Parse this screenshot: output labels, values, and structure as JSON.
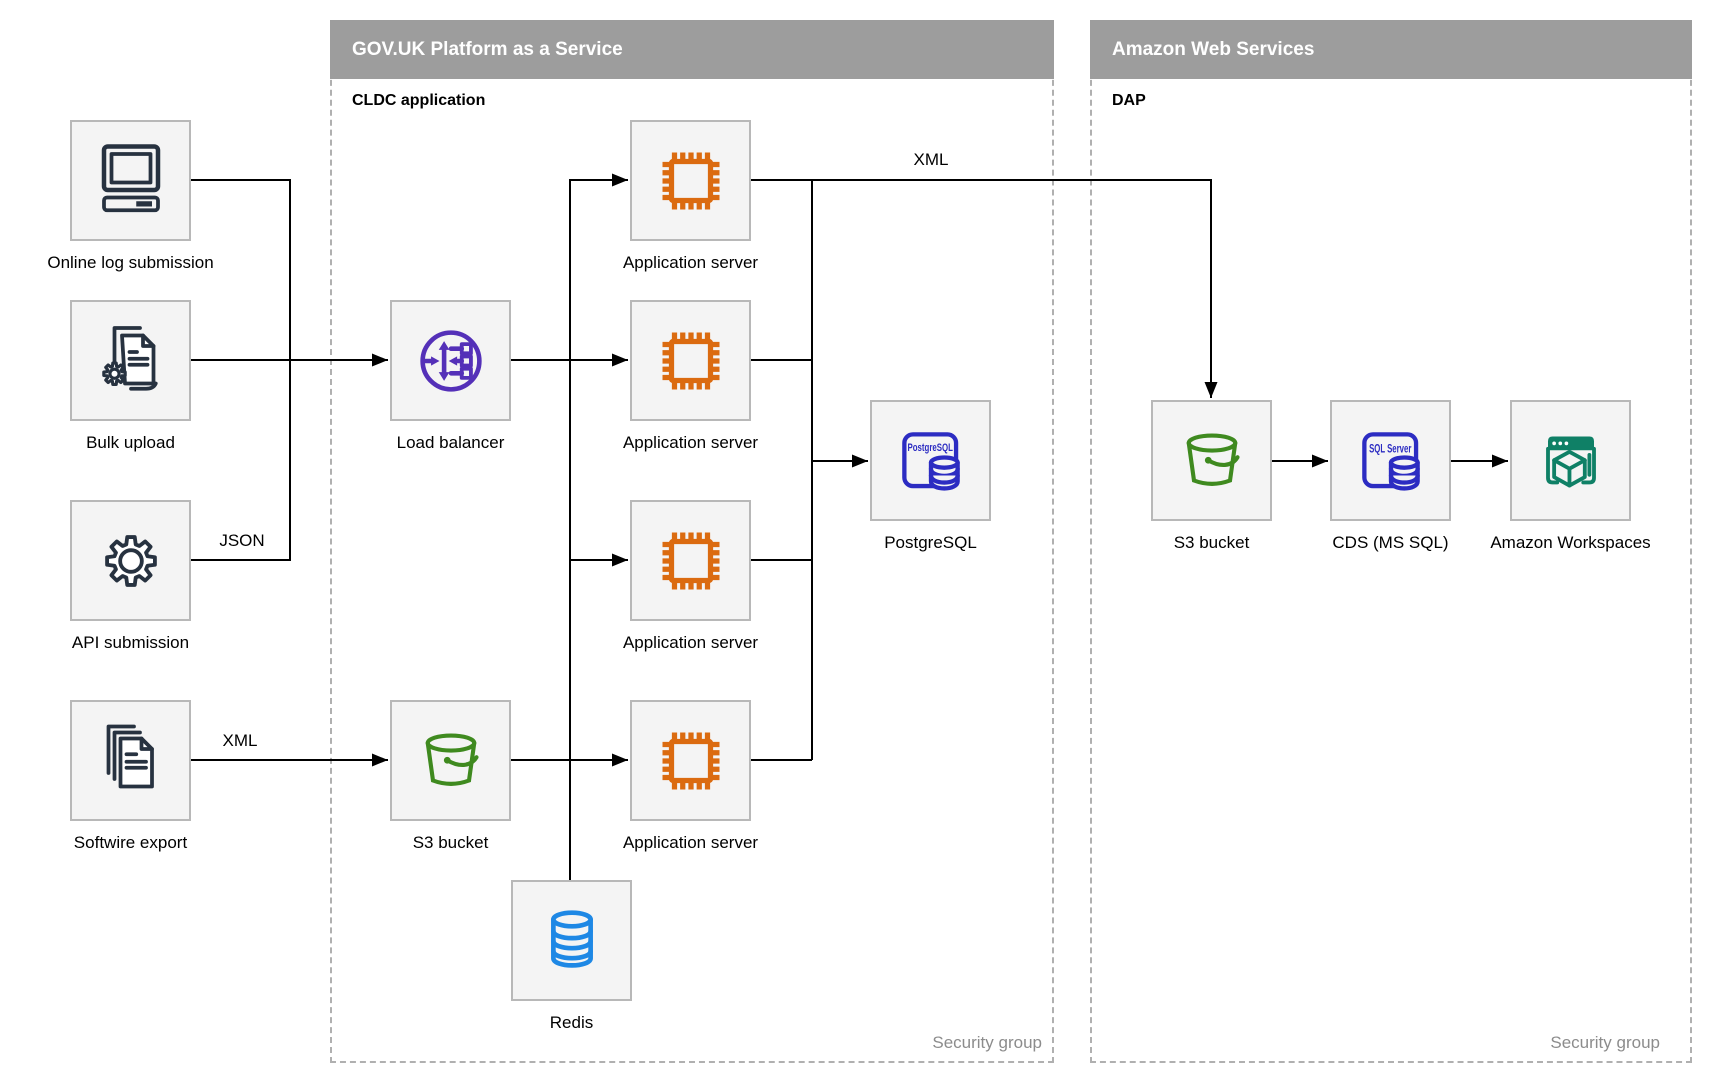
{
  "containers": {
    "paas": {
      "title": "GOV.UK Platform as a Service",
      "sublabel": "CLDC application",
      "footer": "Security group"
    },
    "aws": {
      "title": "Amazon Web Services",
      "sublabel": "DAP",
      "footer": "Security group"
    }
  },
  "nodes": {
    "online_log": {
      "label": "Online log submission"
    },
    "bulk_upload": {
      "label": "Bulk upload"
    },
    "api_submission": {
      "label": "API submission"
    },
    "softwire_export": {
      "label": "Softwire export"
    },
    "load_balancer": {
      "label": "Load balancer"
    },
    "s3_paas": {
      "label": "S3 bucket"
    },
    "app_server_1": {
      "label": "Application server"
    },
    "app_server_2": {
      "label": "Application server"
    },
    "app_server_3": {
      "label": "Application server"
    },
    "app_server_4": {
      "label": "Application server"
    },
    "redis": {
      "label": "Redis"
    },
    "postgresql": {
      "label": "PostgreSQL"
    },
    "s3_aws": {
      "label": "S3 bucket"
    },
    "cds": {
      "label": "CDS (MS SQL)"
    },
    "workspaces": {
      "label": "Amazon Workspaces"
    }
  },
  "edge_labels": {
    "api_to_lb": "JSON",
    "softwire_to_s3": "XML",
    "appserver_to_aws": "XML"
  },
  "icons": {
    "postgresql_label": "PostgreSQL",
    "sql_server_label": "SQL Server"
  },
  "colors": {
    "header_bg": "#9d9d9d",
    "container_border": "#b0b0b0",
    "node_fill": "#f4f4f4",
    "node_border": "#b8b8b8",
    "navy": "#273240",
    "orange": "#db6b10",
    "purple": "#5430b8",
    "green": "#3f8a1f",
    "postgres_blue": "#2c2cc2",
    "redis_blue": "#1e88e5",
    "teal": "#0f8066",
    "security_text": "#8c8c8c"
  }
}
